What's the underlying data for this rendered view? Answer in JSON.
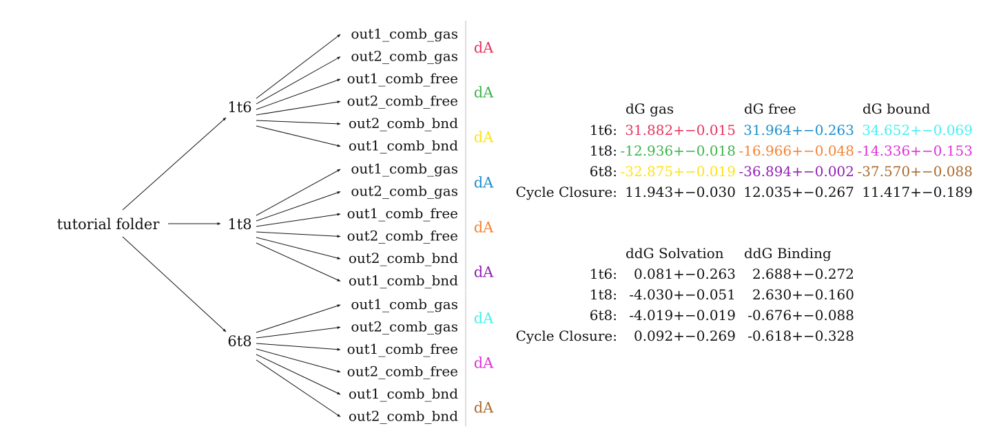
{
  "tree": {
    "root": "tutorial folder",
    "groups": [
      {
        "name": "1t6",
        "pairs": [
          {
            "files": [
              "out1_comb_gas",
              "out2_comb_gas"
            ],
            "label": "dA",
            "color": "#e8335c"
          },
          {
            "files": [
              "out1_comb_free",
              "out2_comb_free"
            ],
            "label": "dA",
            "color": "#3cb44b"
          },
          {
            "files": [
              "out2_comb_bnd",
              "out1_comb_bnd"
            ],
            "label": "dA",
            "color": "#ffe119"
          }
        ]
      },
      {
        "name": "1t8",
        "pairs": [
          {
            "files": [
              "out1_comb_gas",
              "out2_comb_gas"
            ],
            "label": "dA",
            "color": "#1a8fcf"
          },
          {
            "files": [
              "out1_comb_free",
              "out2_comb_free"
            ],
            "label": "dA",
            "color": "#f58231"
          },
          {
            "files": [
              "out2_comb_bnd",
              "out1_comb_bnd"
            ],
            "label": "dA",
            "color": "#911eb4"
          }
        ]
      },
      {
        "name": "6t8",
        "pairs": [
          {
            "files": [
              "out1_comb_gas",
              "out2_comb_gas"
            ],
            "label": "dA",
            "color": "#46f0f0"
          },
          {
            "files": [
              "out1_comb_free",
              "out2_comb_free"
            ],
            "label": "dA",
            "color": "#e02fd8"
          },
          {
            "files": [
              "out1_comb_bnd",
              "out2_comb_bnd"
            ],
            "label": "dA",
            "color": "#a86b2d"
          }
        ]
      }
    ]
  },
  "table_dG": {
    "headers": [
      "dG gas",
      "dG free",
      "dG bound"
    ],
    "rows": [
      {
        "label": "1t6:",
        "cells": [
          {
            "text": "31.882+−0.015",
            "color": "#e8335c"
          },
          {
            "text": "31.964+−0.263",
            "color": "#1a8fcf"
          },
          {
            "text": "34.652+−0.069",
            "color": "#46f0f0"
          }
        ]
      },
      {
        "label": "1t8:",
        "cells": [
          {
            "text": "-12.936+−0.018",
            "color": "#3cb44b"
          },
          {
            "text": "-16.966+−0.048",
            "color": "#f58231"
          },
          {
            "text": "-14.336+−0.153",
            "color": "#e02fd8"
          }
        ]
      },
      {
        "label": "6t8:",
        "cells": [
          {
            "text": "-32.875+−0.019",
            "color": "#ffe119"
          },
          {
            "text": "-36.894+−0.002",
            "color": "#911eb4"
          },
          {
            "text": "-37.570+−0.088",
            "color": "#a86b2d"
          }
        ]
      },
      {
        "label": "Cycle Closure:",
        "cells": [
          {
            "text": "11.943+−0.030",
            "color": "#111111"
          },
          {
            "text": "12.035+−0.267",
            "color": "#111111"
          },
          {
            "text": "11.417+−0.189",
            "color": "#111111"
          }
        ]
      }
    ]
  },
  "table_ddG": {
    "headers": [
      "ddG Solvation",
      "ddG Binding"
    ],
    "rows": [
      {
        "label": "1t6:",
        "cells": [
          "0.081+−0.263",
          "2.688+−0.272"
        ]
      },
      {
        "label": "1t8:",
        "cells": [
          "-4.030+−0.051",
          "2.630+−0.160"
        ]
      },
      {
        "label": "6t8:",
        "cells": [
          "-4.019+−0.019",
          "-0.676+−0.088"
        ]
      },
      {
        "label": "Cycle Closure:",
        "cells": [
          "0.092+−0.269",
          "-0.618+−0.328"
        ]
      }
    ]
  }
}
